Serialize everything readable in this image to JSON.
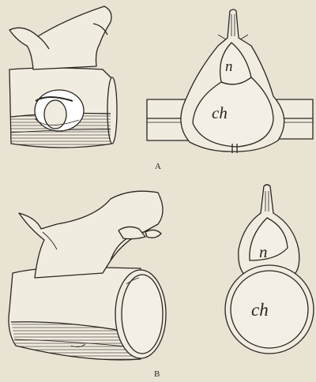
{
  "figure": {
    "panel_a": {
      "caption": "A",
      "label_neural": "n",
      "label_chord": "ch"
    },
    "panel_b": {
      "caption": "B",
      "label_neural": "n",
      "label_chord": "ch"
    }
  },
  "colors": {
    "paper": "#e9e3d4",
    "ink": "#2a2520",
    "fill": "#f1ece0"
  }
}
